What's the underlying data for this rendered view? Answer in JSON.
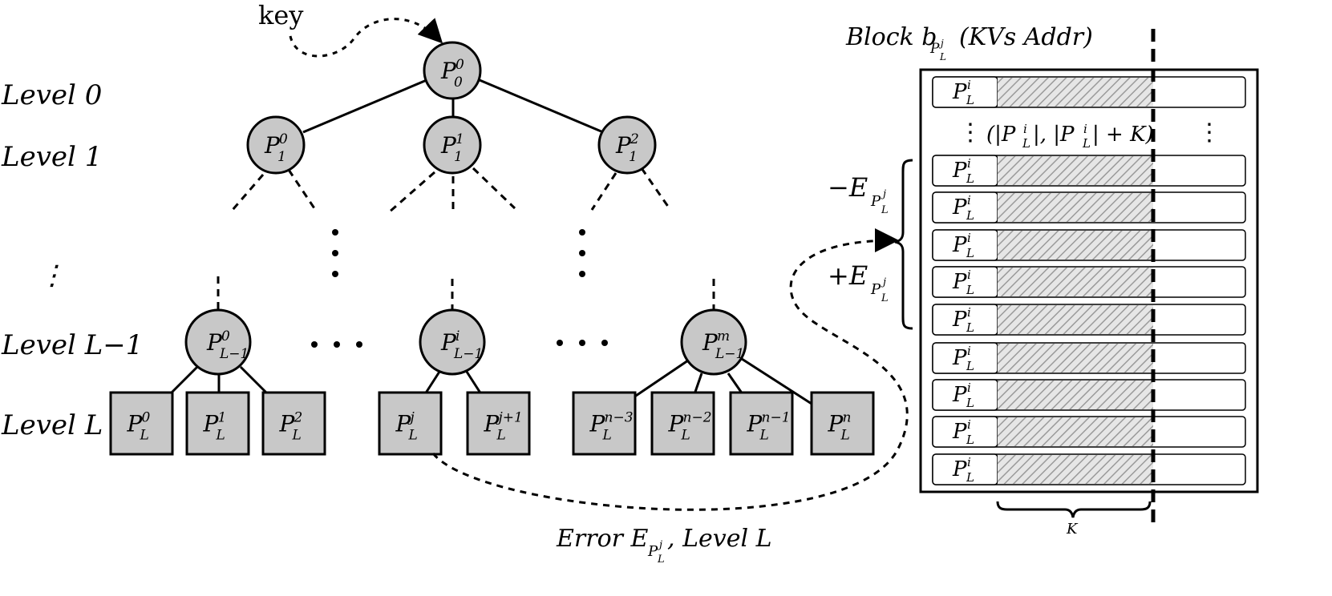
{
  "colors": {
    "node_fill": "#c8c8c8",
    "stroke": "#000000",
    "hatch": "#9a9a9a",
    "background": "#ffffff"
  },
  "labels": {
    "key": "key",
    "level0": "Level 0",
    "level1": "Level 1",
    "level_lm1": "Level L−1",
    "level_l": "Level L",
    "block_title": "Block b",
    "block_title_sub": "P",
    "block_title_subsub": "j",
    "block_title_subsub2": "L",
    "block_title_tail": "(KVs Addr)",
    "range_label": "(|P",
    "range_label_mid": "|, |P",
    "range_label_end": "| + K)",
    "range_sup": "i",
    "range_sub": "L",
    "minus_error": "−E",
    "plus_error": "+E",
    "error_sub": "P",
    "error_subsup": "j",
    "error_subsub": "L",
    "error_caption": "Error E",
    "error_caption_tail": ", Level L",
    "k_label": "K",
    "vdots": "⋮",
    "hdots": "· · ·"
  },
  "tree": {
    "root": {
      "base": "P",
      "sup": "0",
      "sub": "0"
    },
    "level1": [
      {
        "base": "P",
        "sup": "0",
        "sub": "1"
      },
      {
        "base": "P",
        "sup": "1",
        "sub": "1"
      },
      {
        "base": "P",
        "sup": "2",
        "sub": "1"
      }
    ],
    "level_lm1": [
      {
        "base": "P",
        "sup": "0",
        "sub": "L−1"
      },
      {
        "base": "P",
        "sup": "i",
        "sub": "L−1"
      },
      {
        "base": "P",
        "sup": "m",
        "sub": "L−1"
      }
    ],
    "leaves": [
      {
        "base": "P",
        "sup": "0",
        "sub": "L"
      },
      {
        "base": "P",
        "sup": "1",
        "sub": "L"
      },
      {
        "base": "P",
        "sup": "2",
        "sub": "L"
      },
      {
        "base": "P",
        "sup": "j",
        "sub": "L"
      },
      {
        "base": "P",
        "sup": "j+1",
        "sub": "L"
      },
      {
        "base": "P",
        "sup": "n−3",
        "sub": "L"
      },
      {
        "base": "P",
        "sup": "n−2",
        "sub": "L"
      },
      {
        "base": "P",
        "sup": "n−1",
        "sub": "L"
      },
      {
        "base": "P",
        "sup": "n",
        "sub": "L"
      }
    ]
  },
  "block": {
    "row_label": {
      "base": "P",
      "sup": "i",
      "sub": "L"
    },
    "row_count": 10
  }
}
